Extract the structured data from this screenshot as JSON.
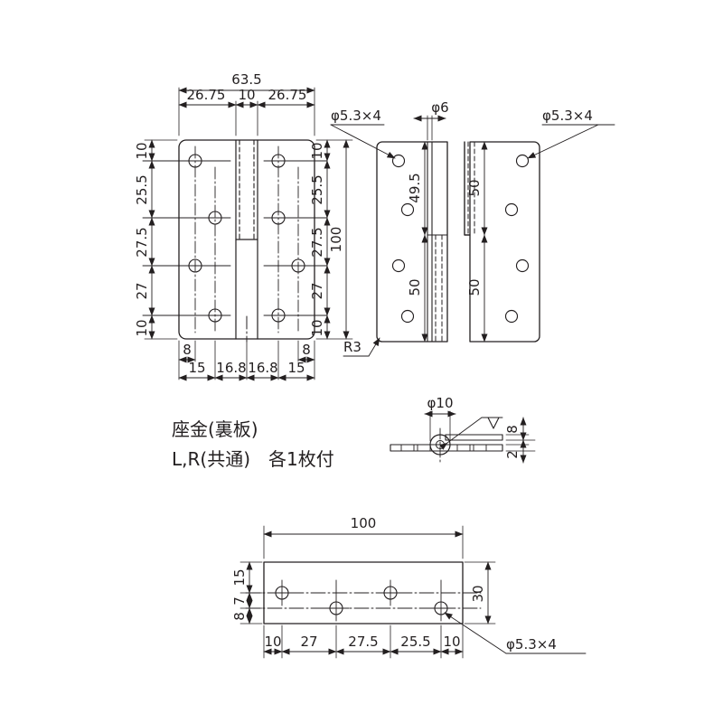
{
  "drawing": {
    "title_notes": [
      "座金(裏板)",
      "L,R(共通)　各1枚付"
    ],
    "stroke_color": "#231f20",
    "background": "#ffffff"
  },
  "front_view": {
    "name": "front-view",
    "width_overall": "63.5",
    "width_chain": [
      "26.75",
      "10",
      "26.75"
    ],
    "height_overall": "100",
    "height_chain_left": [
      "10",
      "25.5",
      "27.5",
      "27",
      "10"
    ],
    "height_chain_right": [
      "10",
      "25.5",
      "27.5",
      "27",
      "10"
    ],
    "bottom_chain": [
      "15",
      "16.8",
      "16.8",
      "15"
    ],
    "bottom_small": [
      "8",
      "8"
    ]
  },
  "side_view": {
    "name": "side-view",
    "hole_callout_left": "φ5.3×4",
    "hole_callout_right": "φ5.3×4",
    "pin_dia": "φ6",
    "radius_note": "R3",
    "left_chain": [
      "49.5",
      "50"
    ],
    "right_chain": [
      "50",
      "50"
    ]
  },
  "section_view": {
    "name": "section-view",
    "knuckle_dia": "φ10",
    "thickness_upper": "8",
    "thickness_lower": "2"
  },
  "backplate_view": {
    "name": "backplate-view",
    "length": "100",
    "height": "30",
    "hole_callout": "φ5.3×4",
    "bottom_chain": [
      "10",
      "27",
      "27.5",
      "25.5",
      "10"
    ],
    "left_chain": [
      "15",
      "7",
      "8"
    ]
  }
}
